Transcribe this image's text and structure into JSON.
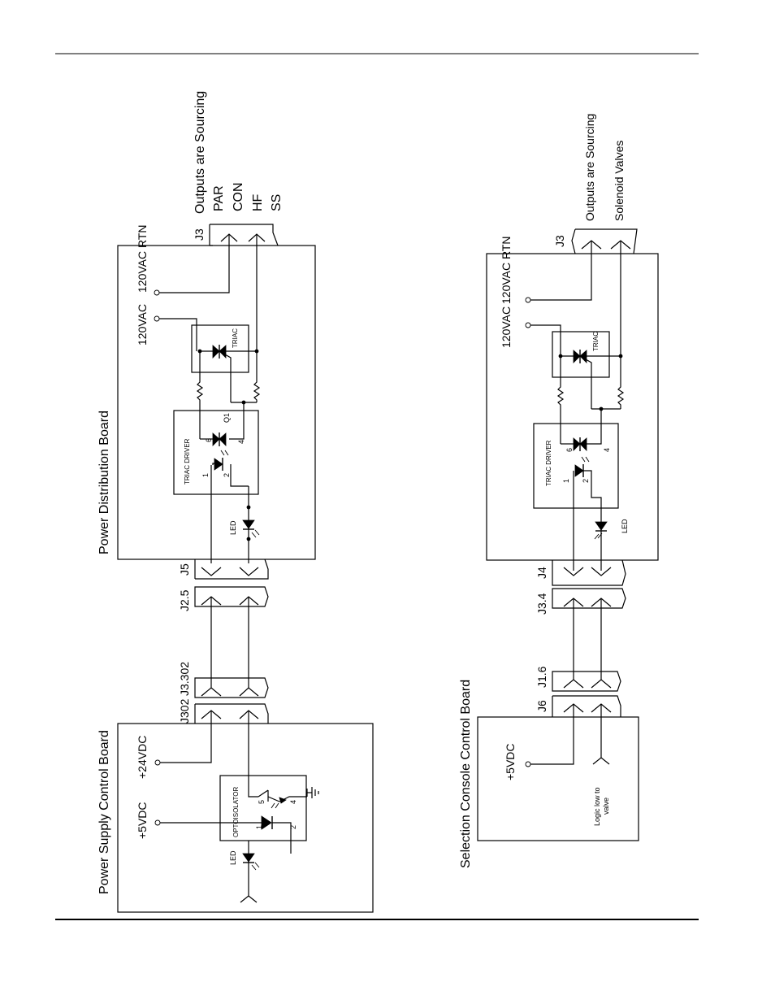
{
  "left": {
    "pdb_title": "Power Distribution Board",
    "psc_title": "Power Supply Control Board",
    "outputs": "Outputs are Sourcing",
    "out_par": "PAR",
    "out_con": "CON",
    "out_hf": "HF",
    "out_ss": "SS",
    "j3": "J3",
    "v120": "120VAC",
    "v120rtn": "120VAC RTN",
    "triac": "TRIAC",
    "triac_driver": "TRIAC DRIVER",
    "q1": "Q1",
    "pin6": "6",
    "pin4": "4",
    "pin1": "1",
    "pin2": "2",
    "led": "LED",
    "j5": "J5",
    "j25": "J2.5",
    "j3302": "J3.302",
    "j302": "J302",
    "v24": "+24VDC",
    "v5": "+5VDC",
    "opto": "OPTOISOLATOR",
    "o_pin5": "5",
    "o_pin4": "4",
    "o_pin1": "1",
    "o_pin2": "2",
    "led2": "LED"
  },
  "right": {
    "outputs": "Outputs are Sourcing",
    "solenoid": "Solenoid Valves",
    "j3": "J3",
    "v120": "120VAC",
    "v120rtn": "120VAC RTN",
    "triac": "TRIAC",
    "triac_driver": "TRIAC DRIVER",
    "pin6": "6",
    "pin4": "4",
    "pin1": "1",
    "pin2": "2",
    "led": "LED",
    "j4": "J4",
    "j34": "J3.4",
    "j16": "J1.6",
    "j6": "J6",
    "scc_title": "Selection Console Control Board",
    "v5": "+5VDC",
    "logic1": "Logic low to",
    "logic2": "valve"
  }
}
